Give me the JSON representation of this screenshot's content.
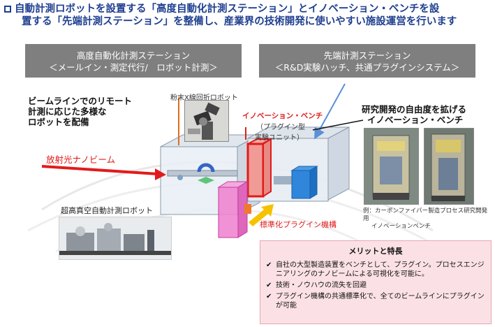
{
  "headline": {
    "line1": "自動計測ロボットを設置する「高度自動化計測ステーション」とイノベーション・ベンチを設",
    "line2": "置する「先端計測ステーション」を整備し、産業界の技術開発に使いやすい施設運営を行います"
  },
  "banner_left": {
    "title": "高度自動化計測ステーション",
    "subtitle": "＜メールイン・測定代行/　ロボット計測＞"
  },
  "banner_right": {
    "title": "先端計測ステーション",
    "subtitle": "＜R&D実験ハッチ、共通プラグインシステム＞"
  },
  "left_note": {
    "line1": "ビームラインでのリモート",
    "line2": "計測に応じた多様な",
    "line3": "ロボットを配備"
  },
  "powder_robot_label": "粉末X線回折ロボット",
  "beam_label": "放射光ナノビーム",
  "vacuum_robot_label": "超高真空自動計測ロボット",
  "bench_label": {
    "title": "イノベーション・ベンチ",
    "sub1": "（プラグイン型",
    "sub2": "実験ユニット）"
  },
  "plugin_label": "標準化プラグイン機構",
  "freedom_label": {
    "line1": "研究開発の自由度を拡げる",
    "line2": "イノベーション・ベンチ"
  },
  "example_caption": {
    "line1": "例：カーボンファイバー製造プロセス研究開発用",
    "line2": "イノベーションベンチ"
  },
  "merits": {
    "title": "メリットと特長",
    "items": [
      "自社の大型製造装置をベンチとして、プラグイン。プロセスエンジニアリングのナノビームによる可視化を可能に。",
      "技術・ノウハウの流失を回避",
      "プラグイン機構の共通標準化で、全てのビームラインにプラグインが可能"
    ],
    "check_icon": "check-icon"
  },
  "colors": {
    "headline": "#1f3f8f",
    "banner": "#7f7f7f",
    "beam": "#e11b1b",
    "bench_outline": "#e11b1b",
    "plugin_arrow": "#f5c200",
    "merit_bg": "#fbe1e5"
  }
}
